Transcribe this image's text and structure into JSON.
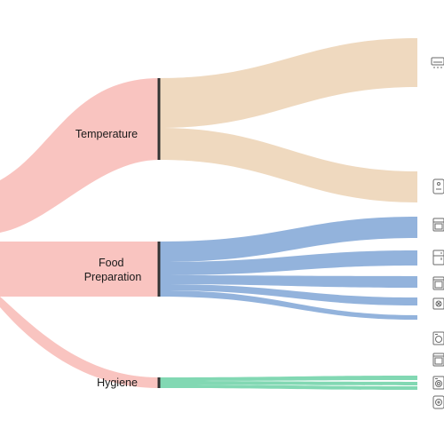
{
  "colors": {
    "source": "#f9c4c0",
    "temperature": "#efd9bf",
    "food_preparation": "#93b3dc",
    "hygiene": "#82d8b3",
    "bar": "#333333",
    "icon": "#6a6a6a"
  },
  "nodes": {
    "temperature": {
      "label_lines": [
        "Temperature"
      ]
    },
    "food_preparation": {
      "label_lines": [
        "Food",
        "Preparation"
      ]
    },
    "hygiene": {
      "label_lines": [
        "Hygiene"
      ]
    }
  },
  "icons": [
    "air-conditioner-icon",
    "water-heater-icon",
    "oven-icon",
    "refrigerator-icon",
    "microwave-icon",
    "range-hood-icon",
    "blender-icon",
    "washing-machine-icon",
    "dishwasher-icon",
    "dryer-icon"
  ]
}
